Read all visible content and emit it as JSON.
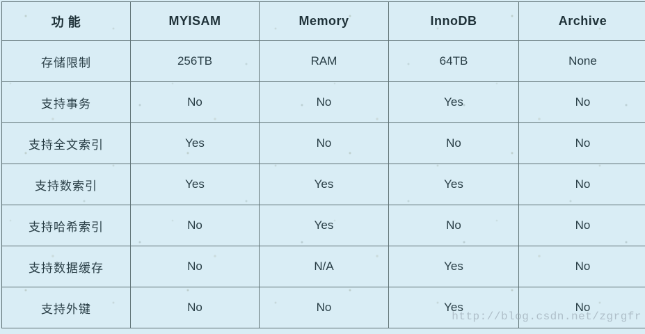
{
  "chart_data": {
    "type": "table",
    "title": "MySQL storage engine feature comparison",
    "columns": [
      "功 能",
      "MYISAM",
      "Memory",
      "InnoDB",
      "Archive"
    ],
    "rows": [
      [
        "存储限制",
        "256TB",
        "RAM",
        "64TB",
        "None"
      ],
      [
        "支持事务",
        "No",
        "No",
        "Yes",
        "No"
      ],
      [
        "支持全文索引",
        "Yes",
        "No",
        "No",
        "No"
      ],
      [
        "支持数索引",
        "Yes",
        "Yes",
        "Yes",
        "No"
      ],
      [
        "支持哈希索引",
        "No",
        "Yes",
        "No",
        "No"
      ],
      [
        "支持数据缓存",
        "No",
        "N/A",
        "Yes",
        "No"
      ],
      [
        "支持外键",
        "No",
        "No",
        "Yes",
        "No"
      ]
    ],
    "layout": {
      "grid": true,
      "header_row": true,
      "background": "#d9edf5"
    }
  },
  "table": {
    "columns": [
      "功 能",
      "MYISAM",
      "Memory",
      "InnoDB",
      "Archive"
    ],
    "rows": [
      {
        "feature": "存储限制",
        "values": [
          "256TB",
          "RAM",
          "64TB",
          "None"
        ]
      },
      {
        "feature": "支持事务",
        "values": [
          "No",
          "No",
          "Yes",
          "No"
        ]
      },
      {
        "feature": "支持全文索引",
        "values": [
          "Yes",
          "No",
          "No",
          "No"
        ]
      },
      {
        "feature": "支持数索引",
        "values": [
          "Yes",
          "Yes",
          "Yes",
          "No"
        ]
      },
      {
        "feature": "支持哈希索引",
        "values": [
          "No",
          "Yes",
          "No",
          "No"
        ]
      },
      {
        "feature": "支持数据缓存",
        "values": [
          "No",
          "N/A",
          "Yes",
          "No"
        ]
      },
      {
        "feature": "支持外键",
        "values": [
          "No",
          "No",
          "Yes",
          "No"
        ]
      }
    ]
  },
  "watermark": {
    "text": "http://blog.csdn.net/zgrgfr"
  },
  "colors": {
    "background": "#d9edf5",
    "grid_border": "#5f7275",
    "header_text": "#1e3138",
    "cell_text": "#283d45",
    "watermark_text": "#a0afb9"
  }
}
